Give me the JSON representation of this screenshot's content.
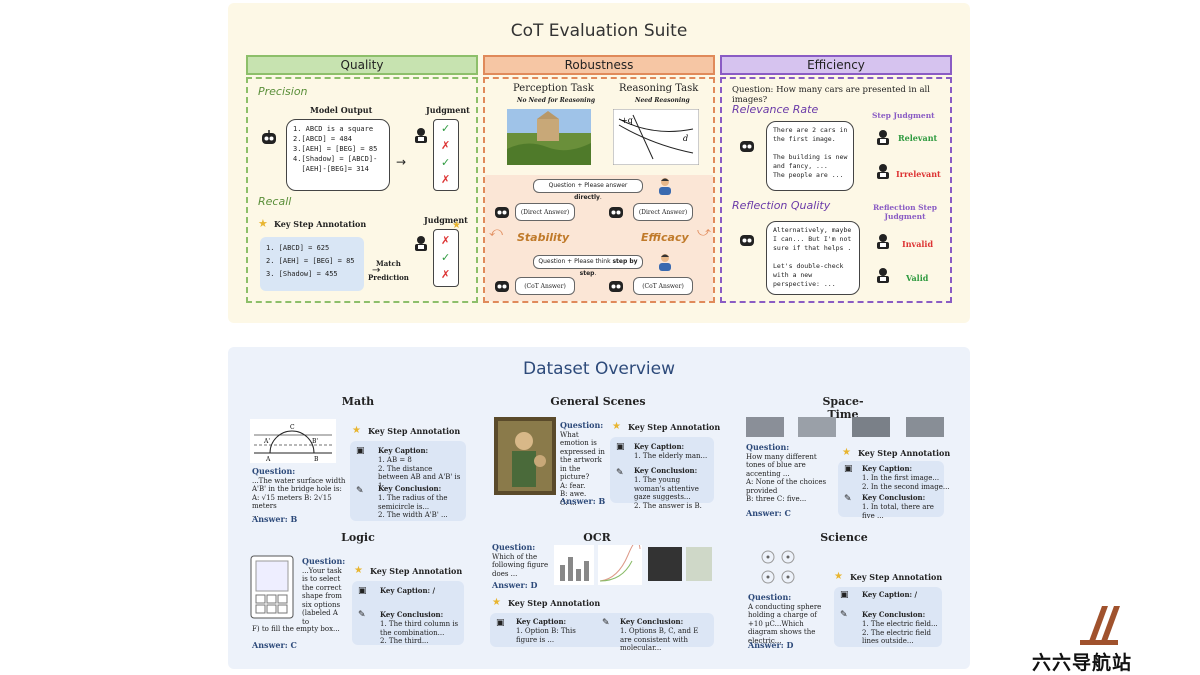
{
  "suite": {
    "title": "CoT Evaluation Suite",
    "quality": {
      "header": "Quality",
      "precision": "Precision",
      "model_output": "Model Output",
      "judgment": "Judgment",
      "output_lines": "1. ABCD is a square\n2.[ABCD] = 484\n3.[AEH] = [BEG] = 85\n4.[Shadow] = [ABCD]-\n  [AEH]-[BEG]= 314",
      "recall": "Recall",
      "key_step": "Key Step Annotation",
      "judgment2": "Judgment",
      "recall_lines": "1. [ABCD] = 625\n2. [AEH] = [BEG] = 85\n3. [Shadow] = 455",
      "match": "Match",
      "prediction": "Prediction"
    },
    "robustness": {
      "header": "Robustness",
      "perception_task": "Perception Task",
      "perception_sub": "No Need for Reasoning",
      "reasoning_task": "Reasoning Task",
      "reasoning_sub": "Need Reasoning",
      "prompt_direct_pre": "Question + Please answer ",
      "prompt_direct_b": "directly",
      "prompt_direct_post": ".",
      "direct_answer": "(Direct Answer)",
      "stability": "Stability",
      "efficacy": "Efficacy",
      "prompt_cot_pre": "Question + Please think ",
      "prompt_cot_b": "step by step",
      "prompt_cot_post": ".",
      "cot_answer": "(CoT Answer)"
    },
    "efficiency": {
      "header": "Efficiency",
      "question": "Question: How many cars are presented in all images?",
      "relevance": "Relevance Rate",
      "step_judgment": "Step Judgment",
      "bubble1": "There are 2 cars in\nthe first image.\n\nThe building is new\nand fancy, ...\nThe people are ...",
      "relevant": "Relevant",
      "irrelevant": "Irrelevant",
      "reflection": "Reflection Quality",
      "reflection_judgment_1": "Reflection Step",
      "reflection_judgment_2": "Judgment",
      "bubble2": "Alternatively, maybe\nI can... But I'm not\nsure if that helps .\n\nLet's double-check\nwith a new\nperspective: ...",
      "invalid": "Invalid",
      "valid": "Valid"
    }
  },
  "overview": {
    "title": "Dataset Overview",
    "math": {
      "title": "Math",
      "key_step": "Key Step Annotation",
      "question_label": "Question:",
      "question": "...The water surface width A'B' in the bridge hole is:",
      "options": "A: √15 meters  B: 2√15 meters",
      "ellipsis": "...",
      "answer": "Answer: B",
      "caption_label": "Key Caption:",
      "caption": "1. AB = 8\n2. The distance between AB and A'B' is 1.",
      "conclusion_label": "Key Conclusion:",
      "conclusion": "1. The radius of the semicircle is...\n2. The width A'B' ..."
    },
    "general": {
      "title": "General Scenes",
      "key_step": "Key Step Annotation",
      "question_label": "Question:",
      "question": "What emotion is expressed in the artwork in the picture?",
      "options": "A: fear.\nB: awe.\nC: ...",
      "answer": "Answer: B",
      "caption_label": "Key Caption:",
      "caption": "1. The elderly man...",
      "conclusion_label": "Key Conclusion:",
      "conclusion": "1. The young woman's attentive gaze suggests...\n2. The answer is B."
    },
    "spacetime": {
      "title": "Space-Time",
      "key_step": "Key Step Annotation",
      "question_label": "Question:",
      "question": "How many different tones of blue are accenting ...",
      "options": "A: None of the choices provided\nB: three C: five...",
      "answer": "Answer: C",
      "caption_label": "Key Caption:",
      "caption": "1. In the first image...\n2. In the second image...",
      "conclusion_label": "Key Conclusion:",
      "conclusion": "1. In total, there are five ..."
    },
    "logic": {
      "title": "Logic",
      "key_step": "Key Step Annotation",
      "question_label": "Question:",
      "question": "...Your task is to select the correct shape from six options (labeled A to",
      "question2": "F) to fill the empty box...",
      "answer": "Answer: C",
      "caption_label": "Key Caption: /",
      "conclusion_label": "Key Conclusion:",
      "conclusion": "1. The third column is the combination...\n2. The third..."
    },
    "ocr": {
      "title": "OCR",
      "key_step": "Key Step Annotation",
      "question_label": "Question:",
      "question": "Which of the following figure does ...",
      "answer": "Answer: D",
      "caption_label": "Key Caption:",
      "caption": "1. Option B: This figure is ...",
      "conclusion_label": "Key Conclusion:",
      "conclusion": "1. Options B, C, and E are consistent with molecular..."
    },
    "science": {
      "title": "Science",
      "key_step": "Key Step Annotation",
      "question_label": "Question:",
      "question": "A conducting sphere holding a charge of +10 μC...Which diagram shows the electric...",
      "answer": "Answer: D",
      "caption_label": "Key Caption: /",
      "conclusion_label": "Key Conclusion:",
      "conclusion": "1. The electric field...\n2. The electric field lines outside..."
    }
  },
  "watermark": {
    "text": "六六导航站",
    "color": "#a0522d"
  },
  "colors": {
    "quality": "#8dbf6a",
    "robustness": "#e08a5a",
    "efficiency": "#8a5cc4",
    "precision_text": "#5a8f3a",
    "title_blue": "#2d4a7a"
  }
}
